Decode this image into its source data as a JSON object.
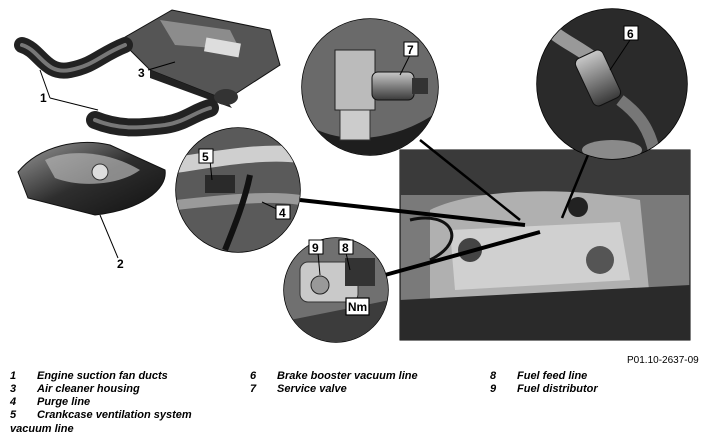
{
  "labels": {
    "l1": "1",
    "l2": "2",
    "l3": "3",
    "l4": "4",
    "l5": "5",
    "l6": "6",
    "l7": "7",
    "l8": "8",
    "l9": "9",
    "nm": "Nm"
  },
  "figure_code": "P01.10-2637-09",
  "legend": {
    "col1": [
      {
        "num": "1",
        "text": "Engine suction fan ducts"
      },
      {
        "num": "3",
        "text": "Air cleaner housing"
      },
      {
        "num": "4",
        "text": "Purge line"
      },
      {
        "num": "5",
        "text": "Crankcase ventilation system"
      }
    ],
    "col1_continuation": "vacuum line",
    "col2": [
      {
        "num": "6",
        "text": "Brake booster vacuum line"
      },
      {
        "num": "7",
        "text": "Service valve"
      }
    ],
    "col3": [
      {
        "num": "8",
        "text": "Fuel feed line"
      },
      {
        "num": "9",
        "text": "Fuel distributor"
      }
    ]
  }
}
